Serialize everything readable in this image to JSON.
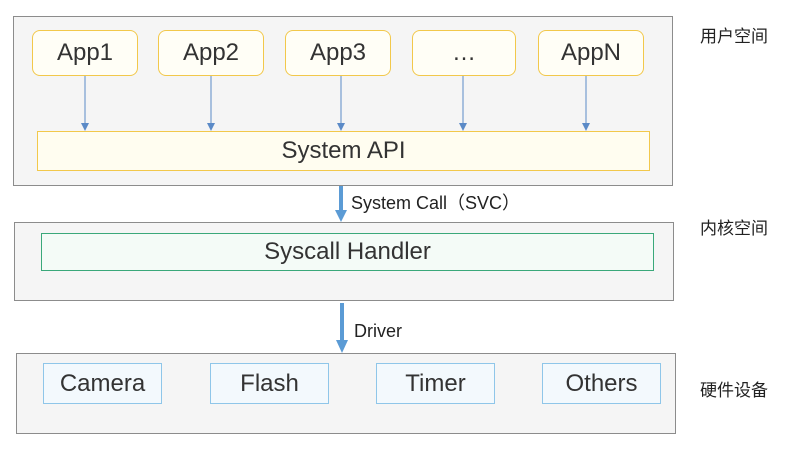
{
  "layers": {
    "user": {
      "label": "用户空间",
      "apps": [
        "App1",
        "App2",
        "App3",
        "…",
        "AppN"
      ],
      "system_api": "System API"
    },
    "kernel": {
      "label": "内核空间",
      "handler": "Syscall Handler"
    },
    "hardware": {
      "label": "硬件设备",
      "devices": [
        "Camera",
        "Flash",
        "Timer",
        "Others"
      ]
    }
  },
  "connections": {
    "system_call": "System Call（SVC）",
    "driver": "Driver"
  },
  "colors": {
    "layer_border": "#8c8c8c",
    "app_border": "#f2c84b",
    "handler_border": "#3aa87a",
    "device_border": "#8fc6e9",
    "thin_arrow": "#5b8ac7",
    "thick_arrow": "#5b9bd5"
  }
}
